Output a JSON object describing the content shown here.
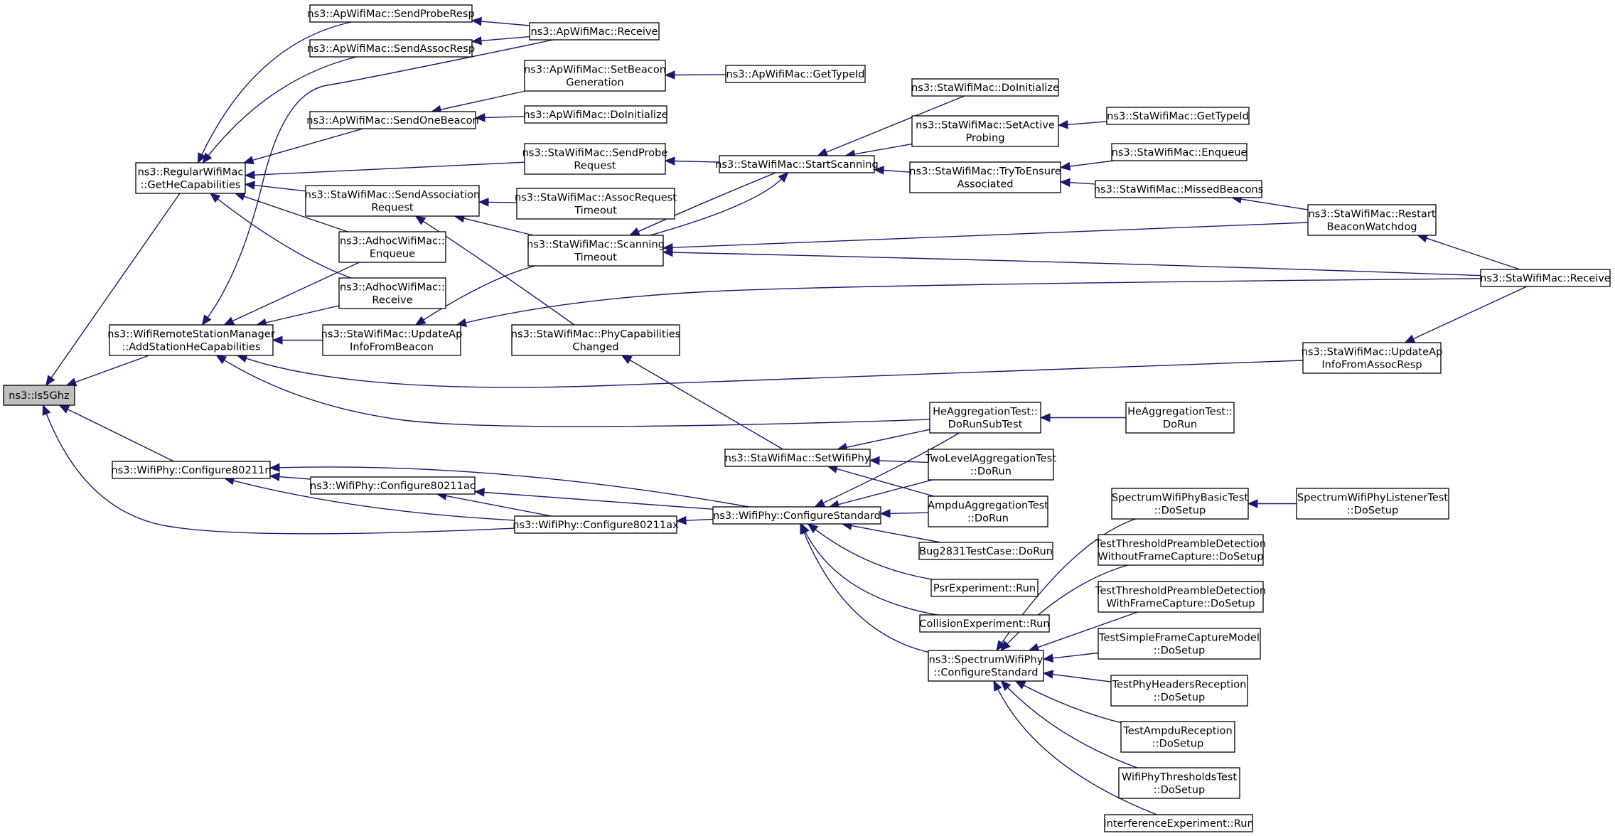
{
  "graph": {
    "edge_color": "#191970",
    "node_fill": "#ffffff",
    "root_fill": "#bfbfbf",
    "nodes": [
      {
        "id": "is5ghz",
        "lines": [
          "ns3::Is5Ghz"
        ],
        "root": true
      },
      {
        "id": "regular_gethe",
        "lines": [
          "ns3::RegularWifiMac",
          "::GetHeCapabilities"
        ]
      },
      {
        "id": "wrsm_addhe",
        "lines": [
          "ns3::WifiRemoteStationManager",
          "::AddStationHeCapabilities"
        ]
      },
      {
        "id": "cfg11n",
        "lines": [
          "ns3::WifiPhy::Configure80211n"
        ]
      },
      {
        "id": "ap_sendproberesp",
        "lines": [
          "ns3::ApWifiMac::SendProbeResp"
        ]
      },
      {
        "id": "ap_sendassocresp",
        "lines": [
          "ns3::ApWifiMac::SendAssocResp"
        ]
      },
      {
        "id": "ap_sendonebeacon",
        "lines": [
          "ns3::ApWifiMac::SendOneBeacon"
        ]
      },
      {
        "id": "sta_sendassocreq",
        "lines": [
          "ns3::StaWifiMac::SendAssociation",
          "Request"
        ]
      },
      {
        "id": "adhoc_enqueue",
        "lines": [
          "ns3::AdhocWifiMac::",
          "Enqueue"
        ]
      },
      {
        "id": "adhoc_receive",
        "lines": [
          "ns3::AdhocWifiMac::",
          "Receive"
        ]
      },
      {
        "id": "sta_updfrombeacon",
        "lines": [
          "ns3::StaWifiMac::UpdateAp",
          "InfoFromBeacon"
        ]
      },
      {
        "id": "cfg11ac",
        "lines": [
          "ns3::WifiPhy::Configure80211ac"
        ]
      },
      {
        "id": "cfg11ax",
        "lines": [
          "ns3::WifiPhy::Configure80211ax"
        ]
      },
      {
        "id": "ap_receive",
        "lines": [
          "ns3::ApWifiMac::Receive"
        ]
      },
      {
        "id": "ap_setbeacongen",
        "lines": [
          "ns3::ApWifiMac::SetBeacon",
          "Generation"
        ]
      },
      {
        "id": "ap_doinit",
        "lines": [
          "ns3::ApWifiMac::DoInitialize"
        ]
      },
      {
        "id": "sta_sendprobereq",
        "lines": [
          "ns3::StaWifiMac::SendProbe",
          "Request"
        ]
      },
      {
        "id": "sta_assocreqtimeout",
        "lines": [
          "ns3::StaWifiMac::AssocRequest",
          "Timeout"
        ]
      },
      {
        "id": "sta_scantimeout",
        "lines": [
          "ns3::StaWifiMac::Scanning",
          "Timeout"
        ]
      },
      {
        "id": "sta_phycapchanged",
        "lines": [
          "ns3::StaWifiMac::PhyCapabilities",
          "Changed"
        ]
      },
      {
        "id": "sta_setwifiphy",
        "lines": [
          "ns3::StaWifiMac::SetWifiPhy"
        ]
      },
      {
        "id": "phy_cfgstandard",
        "lines": [
          "ns3::WifiPhy::ConfigureStandard"
        ]
      },
      {
        "id": "ap_gettypeid",
        "lines": [
          "ns3::ApWifiMac::GetTypeId"
        ]
      },
      {
        "id": "sta_startscanning",
        "lines": [
          "ns3::StaWifiMac::StartScanning"
        ]
      },
      {
        "id": "sta_doinit",
        "lines": [
          "ns3::StaWifiMac::DoInitialize"
        ]
      },
      {
        "id": "sta_setactiveprobing",
        "lines": [
          "ns3::StaWifiMac::SetActive",
          "Probing"
        ]
      },
      {
        "id": "sta_trytoensure",
        "lines": [
          "ns3::StaWifiMac::TryToEnsure",
          "Associated"
        ]
      },
      {
        "id": "he_dorunsubtest",
        "lines": [
          "HeAggregationTest::",
          "DoRunSubTest"
        ]
      },
      {
        "id": "twolevel_dorun",
        "lines": [
          "TwoLevelAggregationTest",
          "::DoRun"
        ]
      },
      {
        "id": "ampdu_dorun",
        "lines": [
          "AmpduAggregationTest",
          "::DoRun"
        ]
      },
      {
        "id": "bug2831_dorun",
        "lines": [
          "Bug2831TestCase::DoRun"
        ]
      },
      {
        "id": "psr_run",
        "lines": [
          "PsrExperiment::Run"
        ]
      },
      {
        "id": "collision_run",
        "lines": [
          "CollisionExperiment::Run"
        ]
      },
      {
        "id": "spec_cfgstandard",
        "lines": [
          "ns3::SpectrumWifiPhy",
          "::ConfigureStandard"
        ]
      },
      {
        "id": "sta_gettypeid",
        "lines": [
          "ns3::StaWifiMac::GetTypeId"
        ]
      },
      {
        "id": "sta_enqueue",
        "lines": [
          "ns3::StaWifiMac::Enqueue"
        ]
      },
      {
        "id": "sta_missedbeacons",
        "lines": [
          "ns3::StaWifiMac::MissedBeacons"
        ]
      },
      {
        "id": "he_dorun",
        "lines": [
          "HeAggregationTest::",
          "DoRun"
        ]
      },
      {
        "id": "specbasic_dosetup",
        "lines": [
          "SpectrumWifiPhyBasicTest",
          "::DoSetup"
        ]
      },
      {
        "id": "thr_nocap",
        "lines": [
          "TestThresholdPreambleDetection",
          "WithoutFrameCapture::DoSetup"
        ]
      },
      {
        "id": "thr_cap",
        "lines": [
          "TestThresholdPreambleDetection",
          "WithFrameCapture::DoSetup"
        ]
      },
      {
        "id": "simplecap",
        "lines": [
          "TestSimpleFrameCaptureModel",
          "::DoSetup"
        ]
      },
      {
        "id": "phyheaders",
        "lines": [
          "TestPhyHeadersReception",
          "::DoSetup"
        ]
      },
      {
        "id": "ampdurecv",
        "lines": [
          "TestAmpduReception",
          "::DoSetup"
        ]
      },
      {
        "id": "phythresholds",
        "lines": [
          "WifiPhyThresholdsTest",
          "::DoSetup"
        ]
      },
      {
        "id": "interference_run",
        "lines": [
          "InterferenceExperiment::Run"
        ]
      },
      {
        "id": "speclistener",
        "lines": [
          "SpectrumWifiPhyListenerTest",
          "::DoSetup"
        ]
      },
      {
        "id": "sta_restartbeacon",
        "lines": [
          "ns3::StaWifiMac::Restart",
          "BeaconWatchdog"
        ]
      },
      {
        "id": "sta_updfromassoc",
        "lines": [
          "ns3::StaWifiMac::UpdateAp",
          "InfoFromAssocResp"
        ]
      },
      {
        "id": "sta_receive",
        "lines": [
          "ns3::StaWifiMac::Receive"
        ]
      }
    ]
  }
}
